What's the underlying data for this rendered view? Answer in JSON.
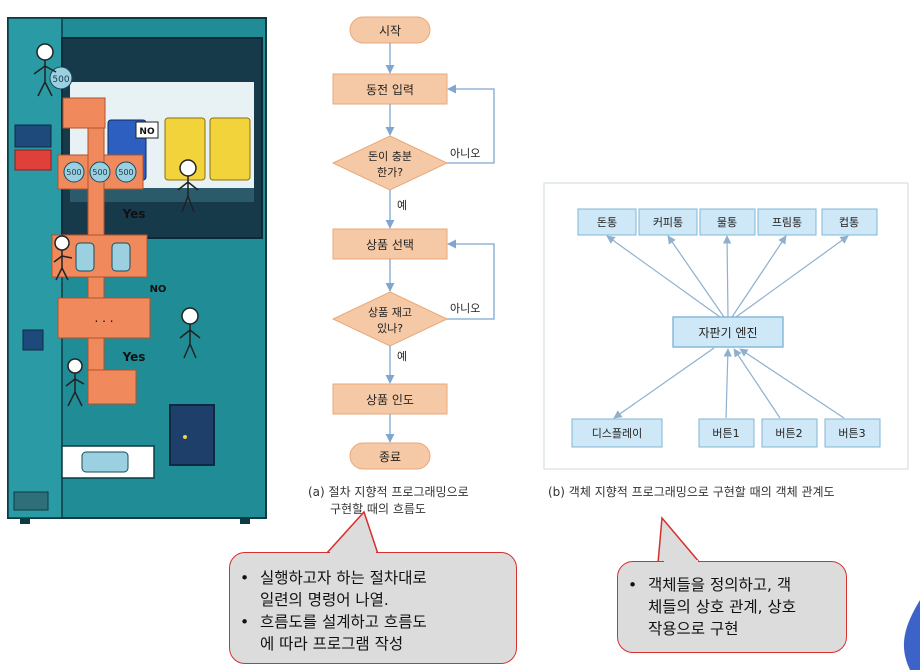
{
  "illustration": {
    "coin_labels": [
      "500",
      "500",
      "500",
      "500"
    ],
    "yes_labels": [
      "Yes",
      "Yes"
    ],
    "no_labels": [
      "NO",
      "NO"
    ],
    "bubble_text": ". . ."
  },
  "flowchart": {
    "start": "시작",
    "input_coin": "동전 입력",
    "decision_money_line1": "돈이 충분",
    "decision_money_line2": "한가?",
    "no_label_1": "아니오",
    "yes_label_1": "예",
    "select_product": "상품 선택",
    "decision_stock_line1": "상품 재고",
    "decision_stock_line2": "있나?",
    "no_label_2": "아니오",
    "yes_label_2": "예",
    "deliver_product": "상품 인도",
    "end": "종료",
    "caption_line1": "(a) 절차 지향적 프로그래밍으로",
    "caption_line2": "구현할 때의 흐름도"
  },
  "object_diagram": {
    "top_nodes": [
      "돈통",
      "커피통",
      "물통",
      "프림통",
      "컵통"
    ],
    "engine": "자판기 엔진",
    "bottom_nodes": [
      "디스플레이",
      "버튼1",
      "버튼2",
      "버튼3"
    ],
    "caption": "(b) 객체 지향적 프로그래밍으로 구현할 때의 객체 관계도"
  },
  "callout_left": {
    "bullets": [
      [
        "실행하고자 하는 절차대로",
        "일련의 명령어 나열."
      ],
      [
        "흐름도를 설계하고 흐름도",
        "에 따라 프로그램 작성"
      ]
    ]
  },
  "callout_right": {
    "bullets": [
      [
        "객체들을 정의하고, 객",
        "체들의 상호 관계, 상호",
        "작용으로 구현"
      ]
    ]
  },
  "colors": {
    "machine_teal": "#1f8c96",
    "machine_dark": "#163a4a",
    "chute_orange": "#f08a5d",
    "flow_box": "#f6c9a6",
    "flow_border": "#e9a878",
    "obj_box": "#cfe8f7",
    "obj_border": "#7fb6d6",
    "callout_border": "#d6302e",
    "callout_bg": "#dcdcdc",
    "arrow_blue": "#7fa6cf"
  }
}
